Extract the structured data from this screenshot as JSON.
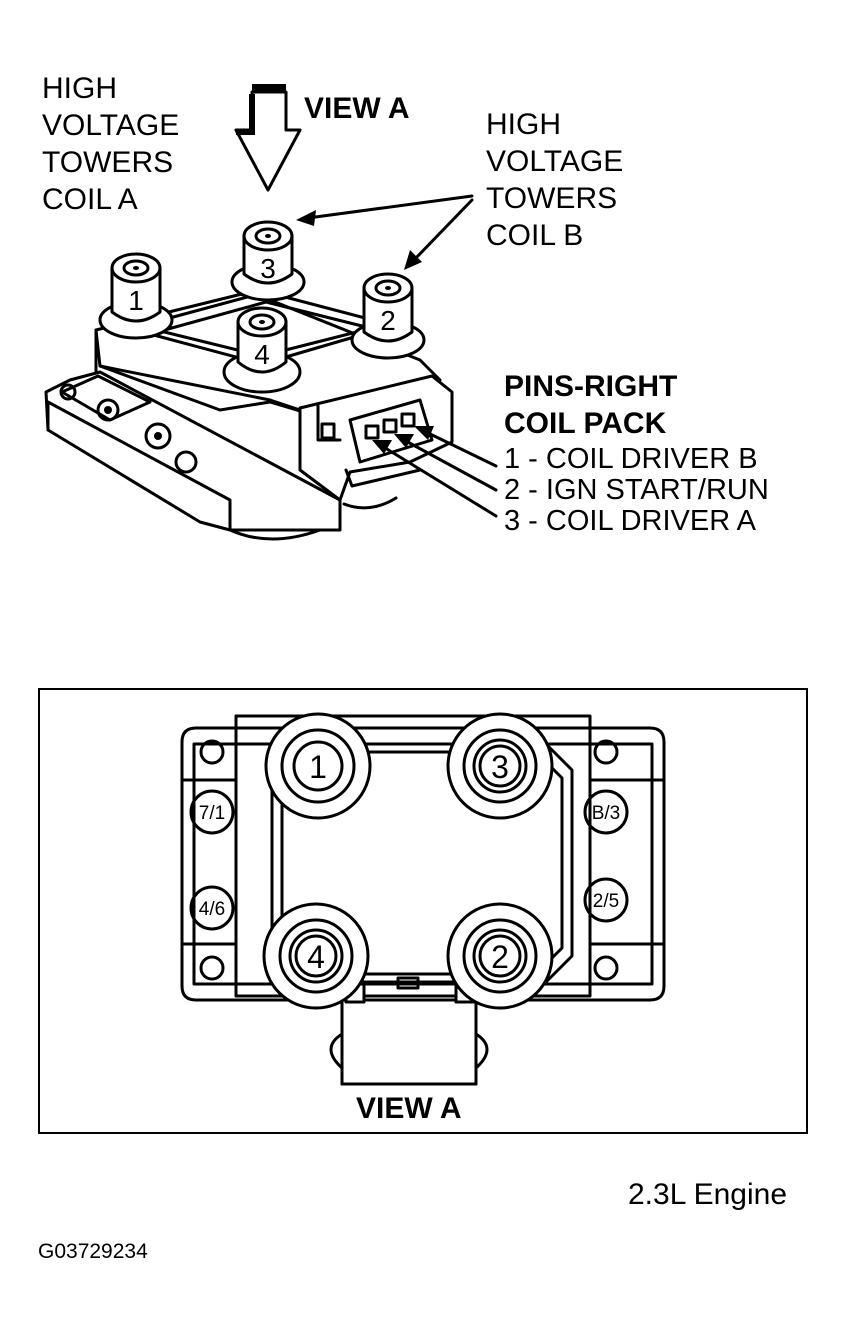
{
  "top_view": {
    "view_arrow_label": "VIEW A",
    "coil_a_label": [
      "HIGH",
      "VOLTAGE",
      "TOWERS",
      "COIL A"
    ],
    "coil_b_label": [
      "HIGH",
      "VOLTAGE",
      "TOWERS",
      "COIL B"
    ],
    "towers": [
      "1",
      "2",
      "3",
      "4"
    ],
    "pins_title": [
      "PINS-RIGHT",
      "COIL PACK"
    ],
    "pins": [
      "1 - COIL DRIVER B",
      "2 - IGN START/RUN",
      "3 - COIL DRIVER A"
    ]
  },
  "view_a": {
    "caption": "VIEW A",
    "towers": [
      "1",
      "3",
      "4",
      "2"
    ],
    "left_markings": [
      "7/1",
      "4/6"
    ],
    "right_markings": [
      "B/3",
      "2/5"
    ]
  },
  "engine_label": "2.3L Engine",
  "figure_id": "G03729234"
}
